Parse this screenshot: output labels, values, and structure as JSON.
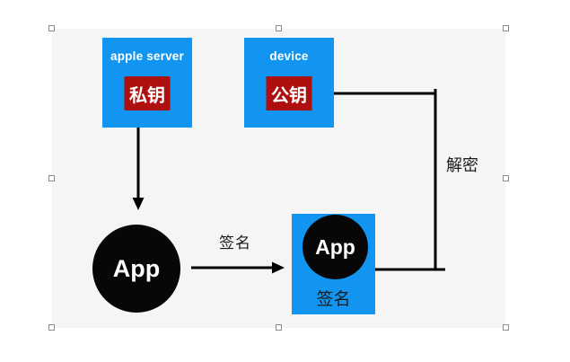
{
  "colors": {
    "canvas_background": "#f5f5f6",
    "page_background": "#ffffff",
    "node_blue": "#1295f0",
    "key_red": "#ae100f",
    "circle_black": "#070707",
    "wire_black": "#000000",
    "label_dark": "#1a1a1a",
    "text_white": "#ffffff"
  },
  "nodes": {
    "server": {
      "title": "apple server",
      "key": "私钥"
    },
    "device": {
      "title": "device",
      "key": "公钥"
    },
    "app": {
      "label": "App"
    },
    "signed_app": {
      "label": "App",
      "caption": "签名"
    }
  },
  "edges": {
    "sign": {
      "label": "签名"
    },
    "decrypt": {
      "label": "解密"
    }
  }
}
